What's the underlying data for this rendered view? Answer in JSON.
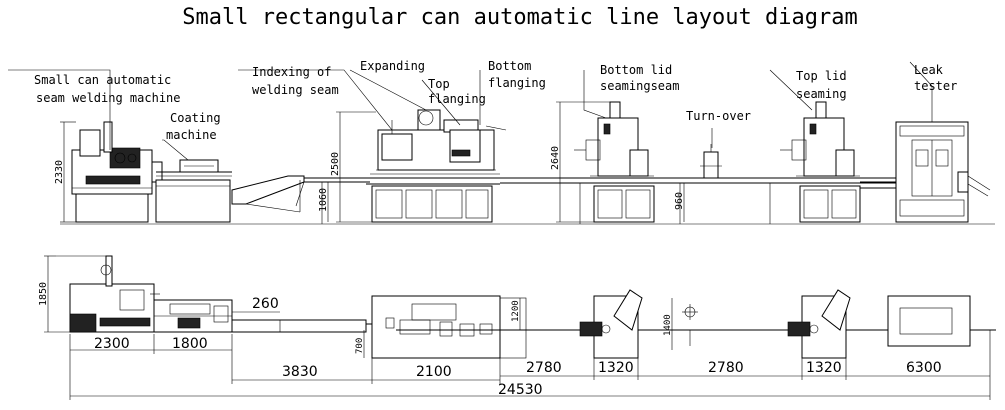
{
  "title": "Small rectangular can automatic line layout diagram",
  "elevation_labels": {
    "welder": [
      "Small can automatic",
      "seam welding machine"
    ],
    "coating": [
      "Coating",
      "machine"
    ],
    "indexing": [
      "Indexing of",
      "welding seam"
    ],
    "expanding": "Expanding",
    "top_flanging": [
      "Top",
      "flanging"
    ],
    "bottom_flanging": [
      "Bottom",
      "flanging"
    ],
    "bottom_lid": [
      "Bottom lid",
      "seamingseam"
    ],
    "turn_over": "Turn-over",
    "top_lid": [
      "Top lid",
      "seaming"
    ],
    "leak_tester": [
      "Leak",
      "tester"
    ]
  },
  "elevation_dims": {
    "h_welder": "2330",
    "h_former": "2500",
    "h_conveyor": "1060",
    "h_bottom_seamer": "2640",
    "h_line": "960"
  },
  "plan_dims": {
    "h_welder": "1850",
    "w_welder": "2300",
    "w_coating": "1800",
    "conveyor": "260",
    "gap_conveyor": "3830",
    "w_former": "2100",
    "h_former_small": "700",
    "h_former_side": "1200",
    "gap1": "2780",
    "w_seamer1": "1320",
    "h_turnover": "1400",
    "gap2": "2780",
    "w_seamer2": "1320",
    "w_tester": "6300",
    "total": "24530"
  }
}
